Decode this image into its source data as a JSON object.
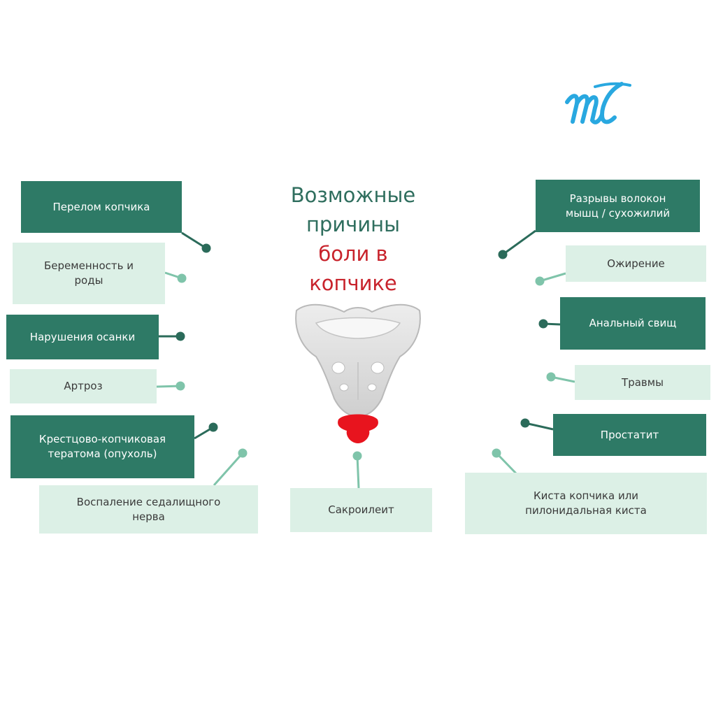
{
  "logo": {
    "text": "ml",
    "color": "#29a8e0"
  },
  "title": {
    "line1": "Возможные",
    "line2": "причины",
    "line3": "боли в",
    "line4": "копчике"
  },
  "colors": {
    "dark_box": "#2e7a66",
    "light_box": "#dcf0e6",
    "title_green": "#2f6e5e",
    "title_red": "#c8232c",
    "coccyx_highlight": "#e8141e"
  },
  "illustration": {
    "name": "sacrum-coccyx-bone",
    "highlight": "coccyx"
  },
  "causes_left": [
    {
      "label": "Перелом копчика",
      "style": "dark"
    },
    {
      "label": "Беременность и\nроды",
      "style": "light"
    },
    {
      "label": "Нарушения осанки",
      "style": "dark"
    },
    {
      "label": "Артроз",
      "style": "light"
    },
    {
      "label": "Крестцово-копчиковая\nтератома (опухоль)",
      "style": "dark"
    },
    {
      "label": "Воспаление седалищного\nнерва",
      "style": "light"
    }
  ],
  "cause_center": {
    "label": "Сакроилеит",
    "style": "light"
  },
  "causes_right": [
    {
      "label": "Разрывы волокон\nмышц / сухожилий",
      "style": "dark"
    },
    {
      "label": "Ожирение",
      "style": "light"
    },
    {
      "label": "Анальный свищ",
      "style": "dark"
    },
    {
      "label": "Травмы",
      "style": "light"
    },
    {
      "label": "Простатит",
      "style": "dark"
    },
    {
      "label": "Киста копчика или\nпилонидальная киста",
      "style": "light"
    }
  ]
}
